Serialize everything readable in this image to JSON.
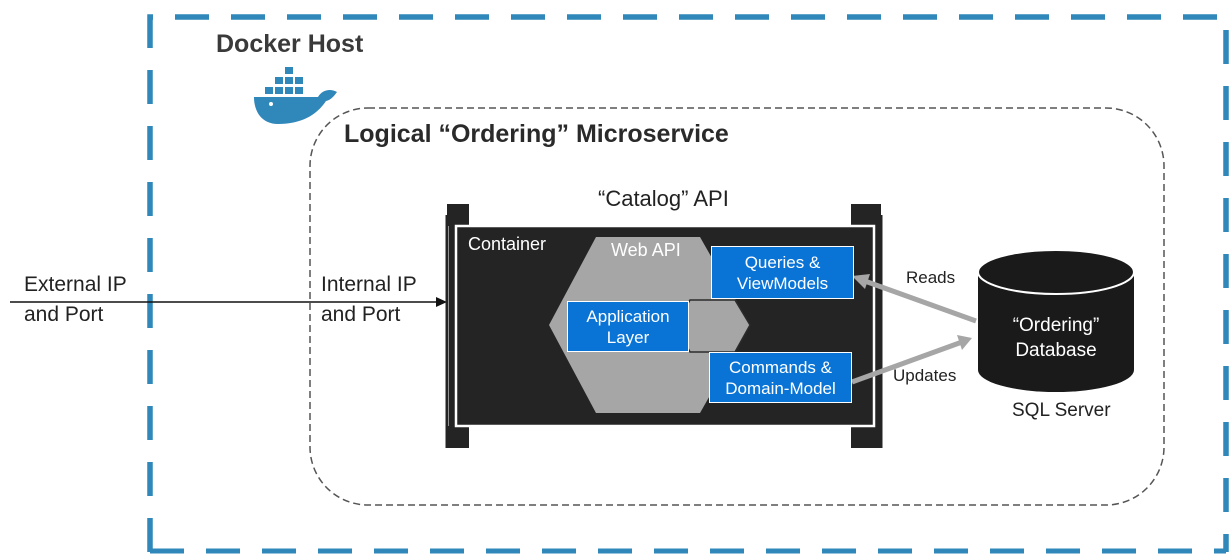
{
  "diagram": {
    "docker_host_title": "Docker Host",
    "microservice_title": "Logical “Ordering” Microservice",
    "api_title": "“Catalog” API",
    "container_label": "Container",
    "web_api_label": "Web API",
    "external": {
      "line1": "External IP",
      "line2": "and Port"
    },
    "internal": {
      "line1": "Internal IP",
      "line2": "and Port"
    },
    "queries_box": {
      "line1": "Queries &",
      "line2": "ViewModels"
    },
    "application_box": {
      "line1": "Application",
      "line2": "Layer"
    },
    "commands_box": {
      "line1": "Commands &",
      "line2": "Domain-Model"
    },
    "reads_label": "Reads",
    "updates_label": "Updates",
    "database": {
      "line1": "“Ordering”",
      "line2": "Database"
    },
    "sql_server_label": "SQL Server"
  },
  "colors": {
    "docker_blue": "#2f87ba",
    "container_bg": "#242424",
    "hexagon_gray": "#a6a6a6",
    "box_blue": "#0a74d6",
    "arrow_gray": "#a6a6a6"
  },
  "icons": {
    "docker_logo": "docker-whale-icon"
  }
}
